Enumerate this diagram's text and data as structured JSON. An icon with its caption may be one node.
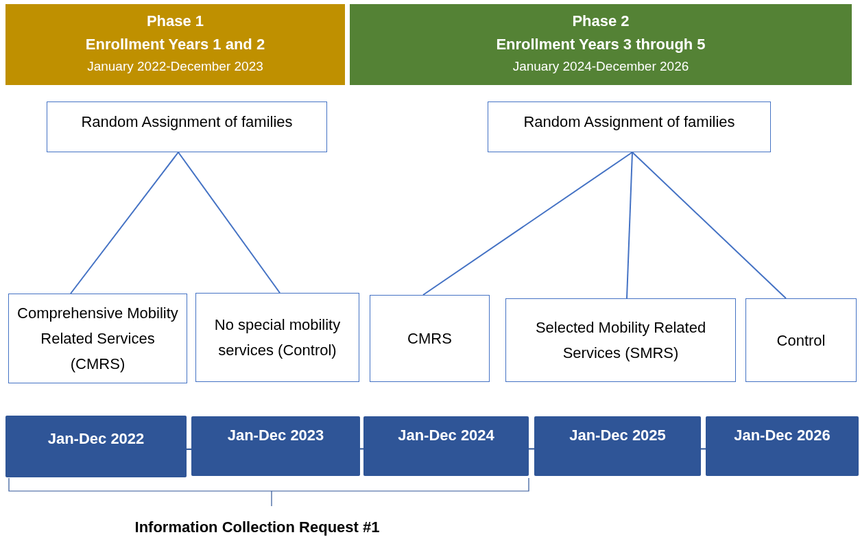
{
  "diagram": {
    "nodes": [
      {
        "text": [
          "Phase 1",
          "Enrollment Years 1 and 2",
          "January 2022-December 2023"
        ]
      },
      {
        "text": [
          "Phase 2",
          "Enrollment Years 3 through 5",
          "January 2024-December 2026"
        ]
      },
      {
        "text": [
          "Random Assignment of families"
        ]
      },
      {
        "text": [
          "Random Assignment of families"
        ]
      },
      {
        "text": [
          "Comprehensive Mobility Related Services (CMRS)"
        ]
      },
      {
        "text": [
          "No special mobility services (Control)"
        ]
      },
      {
        "text": [
          "CMRS"
        ]
      },
      {
        "text": [
          "Selected Mobility Related Services (SMRS)"
        ]
      },
      {
        "text": [
          "Control"
        ]
      },
      {
        "text": [
          "Jan-Dec 2022"
        ]
      },
      {
        "text": [
          "Jan-Dec 2023"
        ]
      },
      {
        "text": [
          "Jan-Dec 2024"
        ]
      },
      {
        "text": [
          "Jan-Dec 2025"
        ]
      },
      {
        "text": [
          "Jan-Dec 2026"
        ]
      }
    ],
    "edges": [
      {
        "from": 2,
        "to": 4,
        "arrow": "none"
      },
      {
        "from": 2,
        "to": 5,
        "arrow": "none"
      },
      {
        "from": 3,
        "to": 6,
        "arrow": "none"
      },
      {
        "from": 3,
        "to": 7,
        "arrow": "none"
      },
      {
        "from": 3,
        "to": 8,
        "arrow": "none"
      },
      {
        "from": 9,
        "to": 10,
        "arrow": "none"
      },
      {
        "from": 10,
        "to": 11,
        "arrow": "none"
      },
      {
        "from": 11,
        "to": 12,
        "arrow": "none"
      },
      {
        "from": 12,
        "to": 13,
        "arrow": "none"
      }
    ],
    "labels": [
      "Information Collection Request #1"
    ]
  }
}
